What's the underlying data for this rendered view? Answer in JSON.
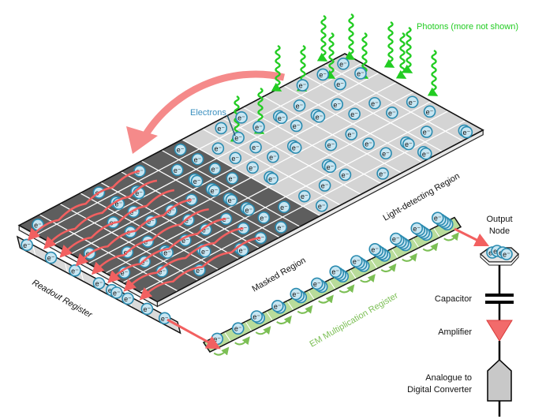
{
  "labels": {
    "photons": "Photons (more not shown)",
    "electrons": "Electrons",
    "light_region": "Light-detecting Region",
    "masked_region": "Masked Region",
    "readout_register": "Readout Register",
    "em_register": "EM Multiplication Register",
    "output_node_line1": "Output",
    "output_node_line2": "Node",
    "capacitor": "Capacitor",
    "amplifier": "Amplifier",
    "adc_line1": "Analogue to",
    "adc_line2": "Digital Converter",
    "electron_symbol": "e⁻"
  },
  "colors": {
    "photon": "#22cc22",
    "transfer_arrow": "#f26060",
    "big_arrow": "#f58a8a",
    "electron_fill": "#c8e6f2",
    "electron_stroke": "#2a8bb0",
    "electron_label": "#3a8fbf",
    "light_cell": "#d4d4d4",
    "masked_cell": "#5e5e5e",
    "em_cell": "#b9dc9a",
    "em_text": "#7cbf55",
    "amplifier": "#f26b6b",
    "adc": "#c8c8c8"
  },
  "grid": {
    "light_cols": 8,
    "light_rows": 8,
    "masked_cols": 8,
    "masked_rows": 8,
    "readout_cells": 10,
    "em_cells": 12
  }
}
